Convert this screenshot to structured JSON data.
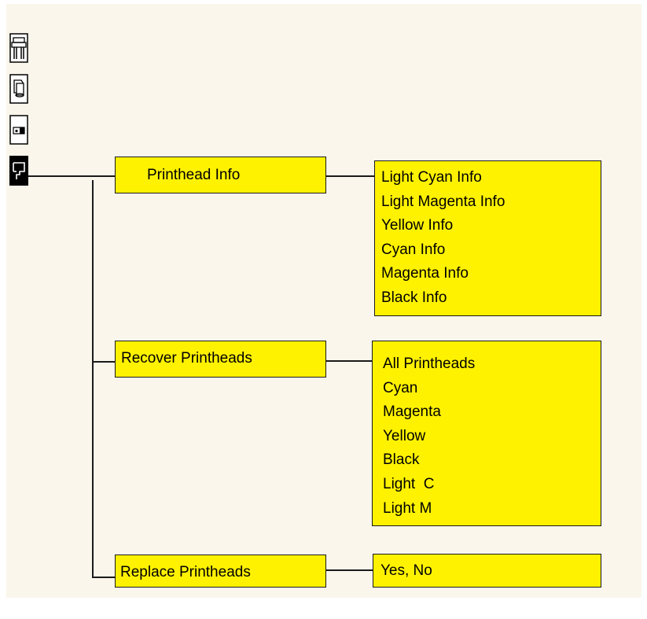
{
  "colors": {
    "box_fill": "#fff200",
    "background": "#faf6ec",
    "line": "#1a1a1a",
    "selected_icon": "#000000"
  },
  "icons": [
    {
      "name": "printer-icon",
      "selected": false
    },
    {
      "name": "paper-roll-icon",
      "selected": false
    },
    {
      "name": "ink-cartridge-icon",
      "selected": false
    },
    {
      "name": "printhead-icon",
      "selected": true
    }
  ],
  "menu": {
    "printhead_info": {
      "label": "Printhead Info",
      "submenu": [
        "Light Cyan Info",
        "Light Magenta Info",
        "Yellow Info",
        "Cyan Info",
        "Magenta Info",
        "Black Info"
      ]
    },
    "recover_printheads": {
      "label": "Recover Printheads",
      "submenu": [
        "All Printheads",
        "Cyan",
        "Magenta",
        "Yellow",
        "Black",
        "Light  C",
        "Light M"
      ]
    },
    "replace_printheads": {
      "label": "Replace Printheads",
      "submenu": [
        "Yes, No"
      ]
    }
  }
}
